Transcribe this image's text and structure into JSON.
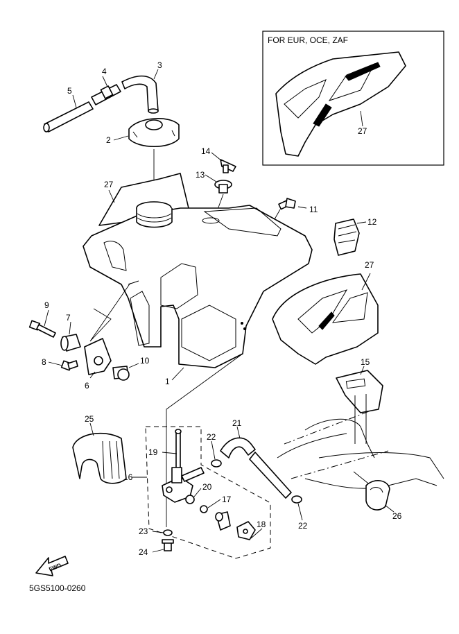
{
  "inset": {
    "title": "FOR EUR, OCE, ZAF"
  },
  "diagram_code": "5GS5100-0260",
  "fwd_label": "FWD",
  "callouts": {
    "c1": "1",
    "c2": "2",
    "c3": "3",
    "c4": "4",
    "c5": "5",
    "c6": "6",
    "c7": "7",
    "c8": "8",
    "c9": "9",
    "c10": "10",
    "c11": "11",
    "c12": "12",
    "c13": "13",
    "c14": "14",
    "c15": "15",
    "c16": "16",
    "c17": "17",
    "c18": "18",
    "c19": "19",
    "c20": "20",
    "c21": "21",
    "c22a": "22",
    "c22b": "22",
    "c23": "23",
    "c24": "24",
    "c25": "25",
    "c26": "26",
    "c27a": "27",
    "c27b": "27",
    "c27c": "27"
  }
}
